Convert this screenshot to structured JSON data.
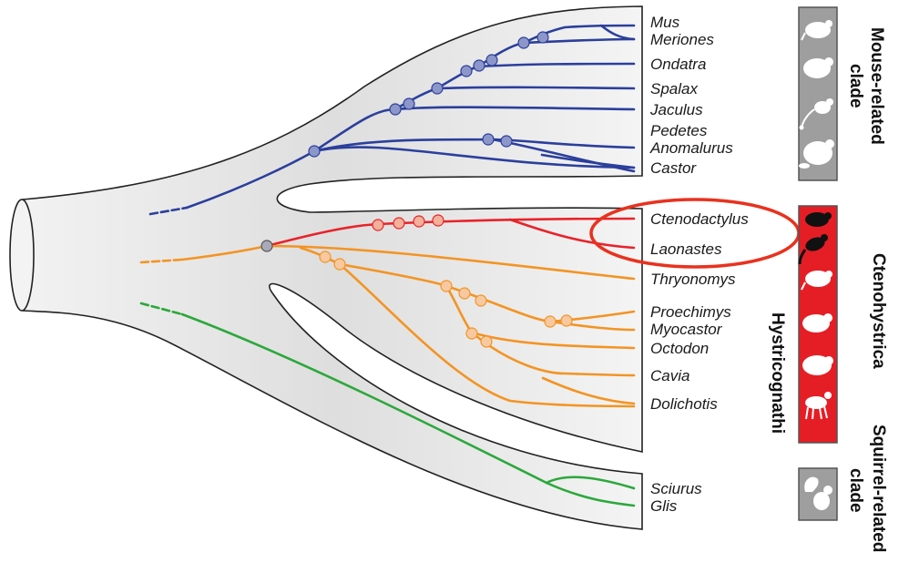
{
  "taxa": {
    "mouse_related": [
      "Mus",
      "Meriones",
      "Ondatra",
      "Spalax",
      "Jaculus",
      "Pedetes",
      "Anomalurus",
      "Castor"
    ],
    "ctenohystrica": [
      "Ctenodactylus",
      "Laonastes",
      "Thryonomys",
      "Proechimys",
      "Myocastor",
      "Octodon",
      "Cavia",
      "Dolichotis"
    ],
    "squirrel_related": [
      "Sciurus",
      "Glis"
    ]
  },
  "clades": {
    "mouse_related": "Mouse-related",
    "mouse_related_2": "clade",
    "ctenohystrica": "Ctenohystrica",
    "hystricognathi": "Hystricognathi",
    "squirrel_related": "Squirrel-related",
    "squirrel_related_2": "clade"
  },
  "icons": {
    "mouse_related": [
      "mouse-silhouette-icon",
      "vole-silhouette-icon",
      "jerboa-silhouette-icon",
      "beaver-silhouette-icon"
    ],
    "ctenohystrica": [
      "gundi-silhouette-icon",
      "laonastes-silhouette-icon",
      "cane-rat-silhouette-icon",
      "spiny-rat-silhouette-icon",
      "guinea-pig-silhouette-icon",
      "mara-silhouette-icon"
    ],
    "squirrel_related": [
      "squirrel-silhouette-icon"
    ]
  },
  "colors": {
    "mouse_related": "#2b3f9c",
    "ctenodactyloidea": "#e8232a",
    "hystricognathi": "#f39423",
    "squirrel_related": "#2ba83b",
    "highlight_circle": "#e8321f",
    "tube_fill": "#e6e6e6",
    "icon_box_gray": "#9e9e9e",
    "icon_box_red": "#e51e25"
  }
}
